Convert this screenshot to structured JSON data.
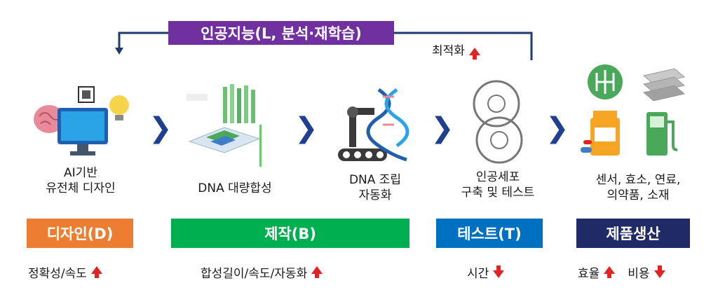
{
  "feedback": {
    "banner": "인공지능(L, 분석·재학습)",
    "optimization": "최적화"
  },
  "steps": {
    "ai_design": [
      "AI기반",
      "유전체 디자인"
    ],
    "dna_synthesis": "DNA 대량합성",
    "dna_assembly": [
      "DNA 조립",
      "자동화"
    ],
    "cell_test": [
      "인공세포",
      "구축 및 테스트"
    ],
    "products": [
      "센서, 효소, 연료,",
      "의약품, 소재"
    ]
  },
  "stages": {
    "design": "디자인(D)",
    "build": "제작(B)",
    "test": "테스트(T)",
    "produce": "제품생산"
  },
  "outcomes": {
    "design": "정확성/속도",
    "build": "합성길이/속도/자동화",
    "test": "시간",
    "produce_efficiency": "효율",
    "produce_cost": "비용"
  },
  "colors": {
    "banner": "#7030a0",
    "design": "#ed7d31",
    "build": "#00b050",
    "test": "#0070c0",
    "produce": "#1f2a66",
    "arrow_up_down": "#e02424",
    "chevron": "#1f3f8f"
  }
}
